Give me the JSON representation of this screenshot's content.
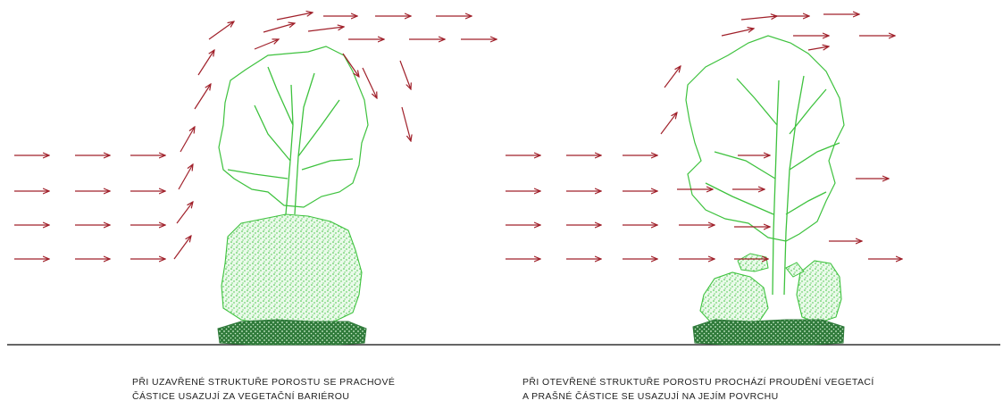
{
  "captions": {
    "closed": {
      "line1": "PŘI UZAVŘENÉ STRUKTUŘE POROSTU SE PRACHOVÉ",
      "line2": "ČÁSTICE USAZUJÍ ZA VEGETAČNÍ BARIÉROU"
    },
    "open": {
      "line1": "PŘI OTEVŘENÉ STRUKTUŘE POROSTU PROCHÁZÍ PROUDĚNÍ VEGETACÍ",
      "line2": "A PRAŠNÉ ČÁSTICE SE USAZUJÍ NA JEJÍM POVRCHU"
    }
  },
  "colors": {
    "arrow": "#a0202a",
    "vegetation": "#3ec23e",
    "shrub_fill": "#7fd67f",
    "base_fill": "#2f7a3a",
    "ground": "#333333"
  }
}
